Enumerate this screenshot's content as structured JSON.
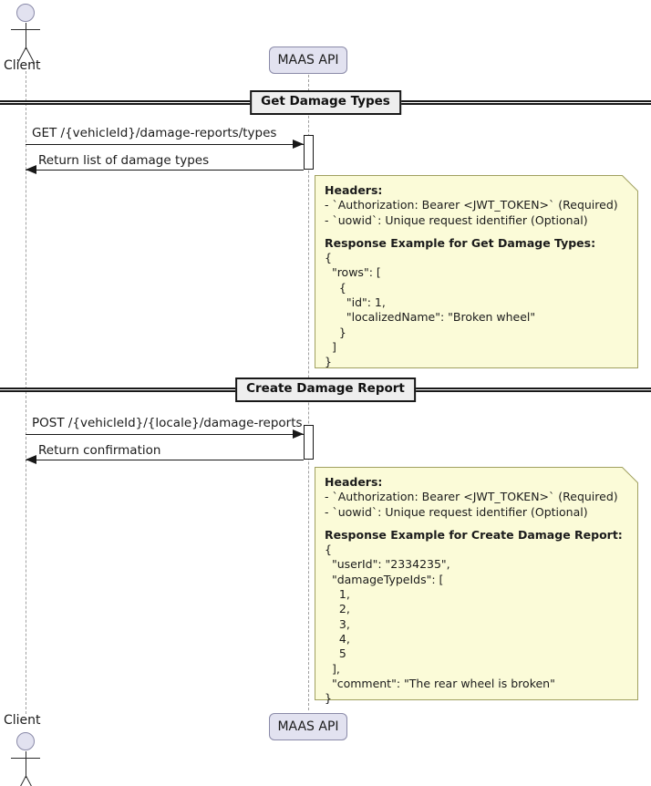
{
  "diagram": {
    "type": "sequence-diagram",
    "title": "",
    "colors": {
      "participant_fill": "#E2E2F0",
      "participant_border": "#8A8AA8",
      "note_fill": "#FBFBD8",
      "note_border": "#A0A060",
      "divider_fill": "#EEEEEE",
      "line": "#181818",
      "lifeline": "#A0A0A0"
    }
  },
  "participants": {
    "actor": {
      "name": "Client",
      "label_top": "Client",
      "label_bottom": "Client",
      "icon": "actor-stick-figure"
    },
    "system": {
      "name": "MAAS API",
      "label_top": "MAAS API",
      "label_bottom": "MAAS API"
    }
  },
  "sections": [
    {
      "divider_label": "Get Damage Types",
      "messages": [
        {
          "label": "GET /{vehicleId}/damage-reports/types",
          "direction": "right"
        },
        {
          "label": "Return list of damage types",
          "direction": "left"
        }
      ],
      "note": {
        "lines": [
          {
            "text": "Headers:",
            "bold": true
          },
          {
            "text": "- `Authorization: Bearer <JWT_TOKEN>` (Required)",
            "bold": false
          },
          {
            "text": "- `uowid`: Unique request identifier (Optional)",
            "bold": false
          },
          {
            "text": "",
            "bold": false
          },
          {
            "text": "Response Example for Get Damage Types:",
            "bold": true
          },
          {
            "text": "{",
            "bold": false
          },
          {
            "text": "  \"rows\": [",
            "bold": false
          },
          {
            "text": "    {",
            "bold": false
          },
          {
            "text": "      \"id\": 1,",
            "bold": false
          },
          {
            "text": "      \"localizedName\": \"Broken wheel\"",
            "bold": false
          },
          {
            "text": "    }",
            "bold": false
          },
          {
            "text": "  ]",
            "bold": false
          },
          {
            "text": "}",
            "bold": false
          }
        ]
      }
    },
    {
      "divider_label": "Create Damage Report",
      "messages": [
        {
          "label": "POST /{vehicleId}/{locale}/damage-reports",
          "direction": "right"
        },
        {
          "label": "Return confirmation",
          "direction": "left"
        }
      ],
      "note": {
        "lines": [
          {
            "text": "Headers:",
            "bold": true
          },
          {
            "text": "- `Authorization: Bearer <JWT_TOKEN>` (Required)",
            "bold": false
          },
          {
            "text": "- `uowid`: Unique request identifier (Optional)",
            "bold": false
          },
          {
            "text": "",
            "bold": false
          },
          {
            "text": "Response Example for Create Damage Report:",
            "bold": true
          },
          {
            "text": "{",
            "bold": false
          },
          {
            "text": "  \"userId\": \"2334235\",",
            "bold": false
          },
          {
            "text": "  \"damageTypeIds\": [",
            "bold": false
          },
          {
            "text": "    1,",
            "bold": false
          },
          {
            "text": "    2,",
            "bold": false
          },
          {
            "text": "    3,",
            "bold": false
          },
          {
            "text": "    4,",
            "bold": false
          },
          {
            "text": "    5",
            "bold": false
          },
          {
            "text": "  ],",
            "bold": false
          },
          {
            "text": "  \"comment\": \"The rear wheel is broken\"",
            "bold": false
          },
          {
            "text": "}",
            "bold": false
          }
        ]
      }
    }
  ]
}
